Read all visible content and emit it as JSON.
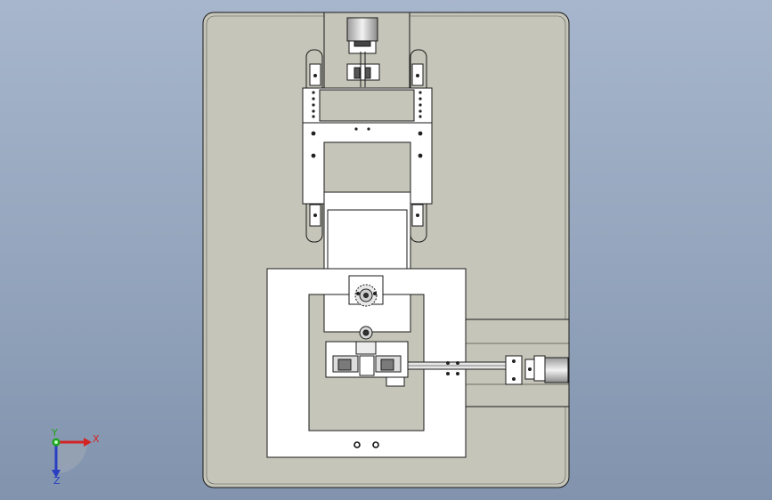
{
  "viewport": {
    "background_top": "#a7b6cc",
    "background_bottom": "#8193ad"
  },
  "model": {
    "body_color": "#c6c5b9",
    "part_color": "#ffffff",
    "edge_color": "#1a1a1a",
    "motor_color": "#e4e4e4"
  },
  "triad": {
    "x_label": "X",
    "y_label": "Y",
    "z_label": "Z",
    "x_color": "#d42424",
    "y_color": "#1fa31f",
    "z_color": "#2a3fc2"
  }
}
